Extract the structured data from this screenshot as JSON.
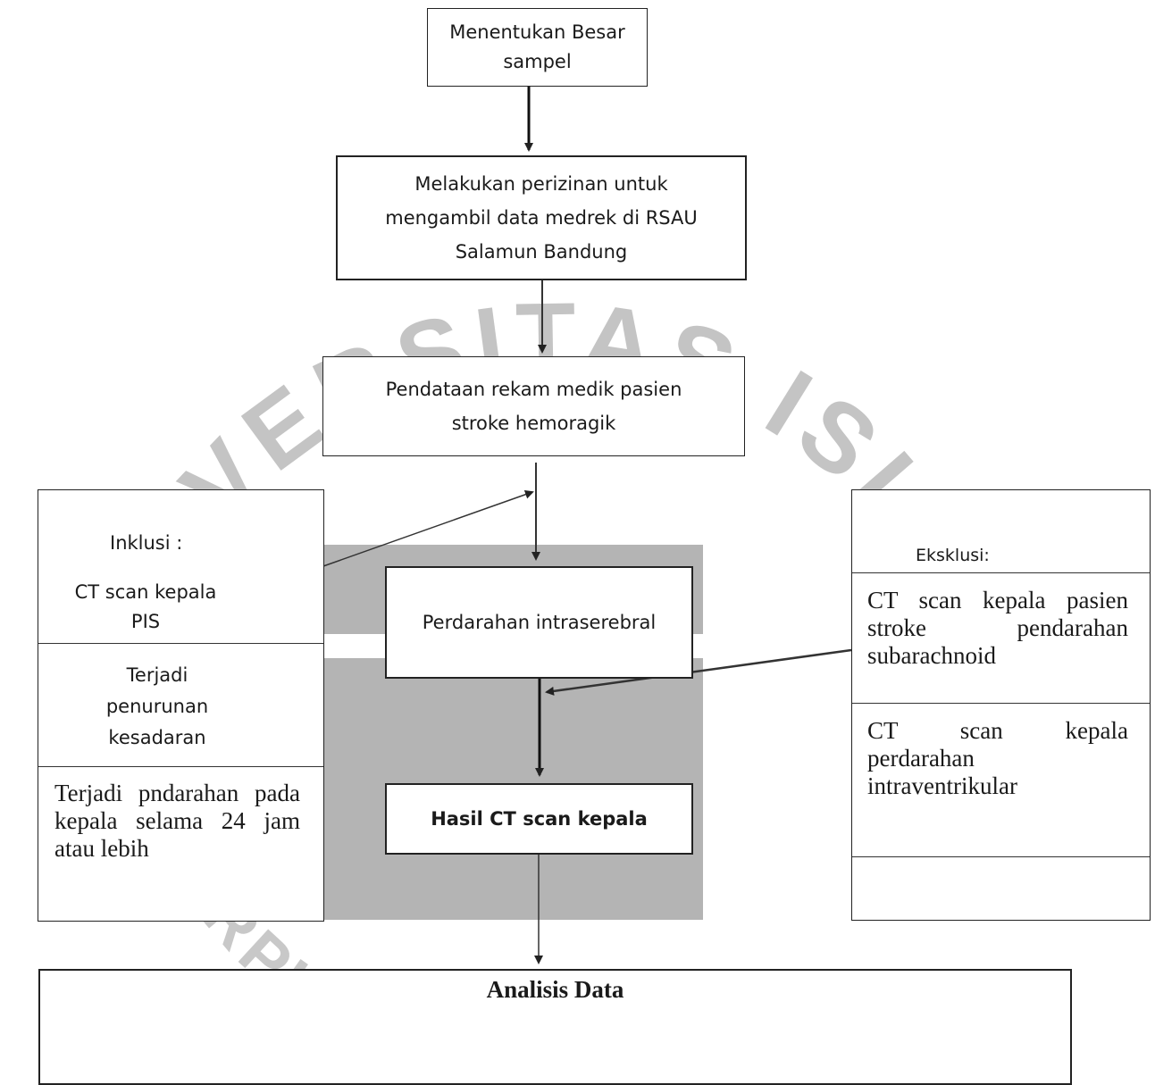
{
  "watermark": {
    "top_arc_text": "UNIVERSITAS ISLAM BANDUNG",
    "bottom_arc_text": "PERPUSTAKAAN",
    "color": "#bdbdbd"
  },
  "nodes": {
    "sample_size": {
      "line1": "Menentukan Besar",
      "line2": "sampel"
    },
    "permit": {
      "line1": "Melakukan perizinan untuk",
      "line2": "mengambil data medrek di RSAU",
      "line3": "Salamun Bandung"
    },
    "records": {
      "line1": "Pendataan rekam medik pasien",
      "line2": "stroke hemoragik"
    },
    "ich": {
      "label": "Perdarahan intraserebral"
    },
    "ct_result": {
      "label": "Hasil CT scan kepala"
    },
    "analysis": {
      "label": "Analisis Data"
    }
  },
  "inclusion": {
    "title": "Inklusi :",
    "item1_line1": "CT scan kepala",
    "item1_line2": "PIS",
    "item2_line1": "Terjadi",
    "item2_line2": "penurunan",
    "item2_line3": "kesadaran",
    "item3": "Terjadi pndarahan pada kepala selama 24 jam atau lebih"
  },
  "exclusion": {
    "title": "Eksklusi:",
    "item1": "CT scan kepala pasien stroke pendarahan subarachnoid",
    "item2": "CT scan kepala perdarahan intraventrikular",
    "item3": ""
  }
}
